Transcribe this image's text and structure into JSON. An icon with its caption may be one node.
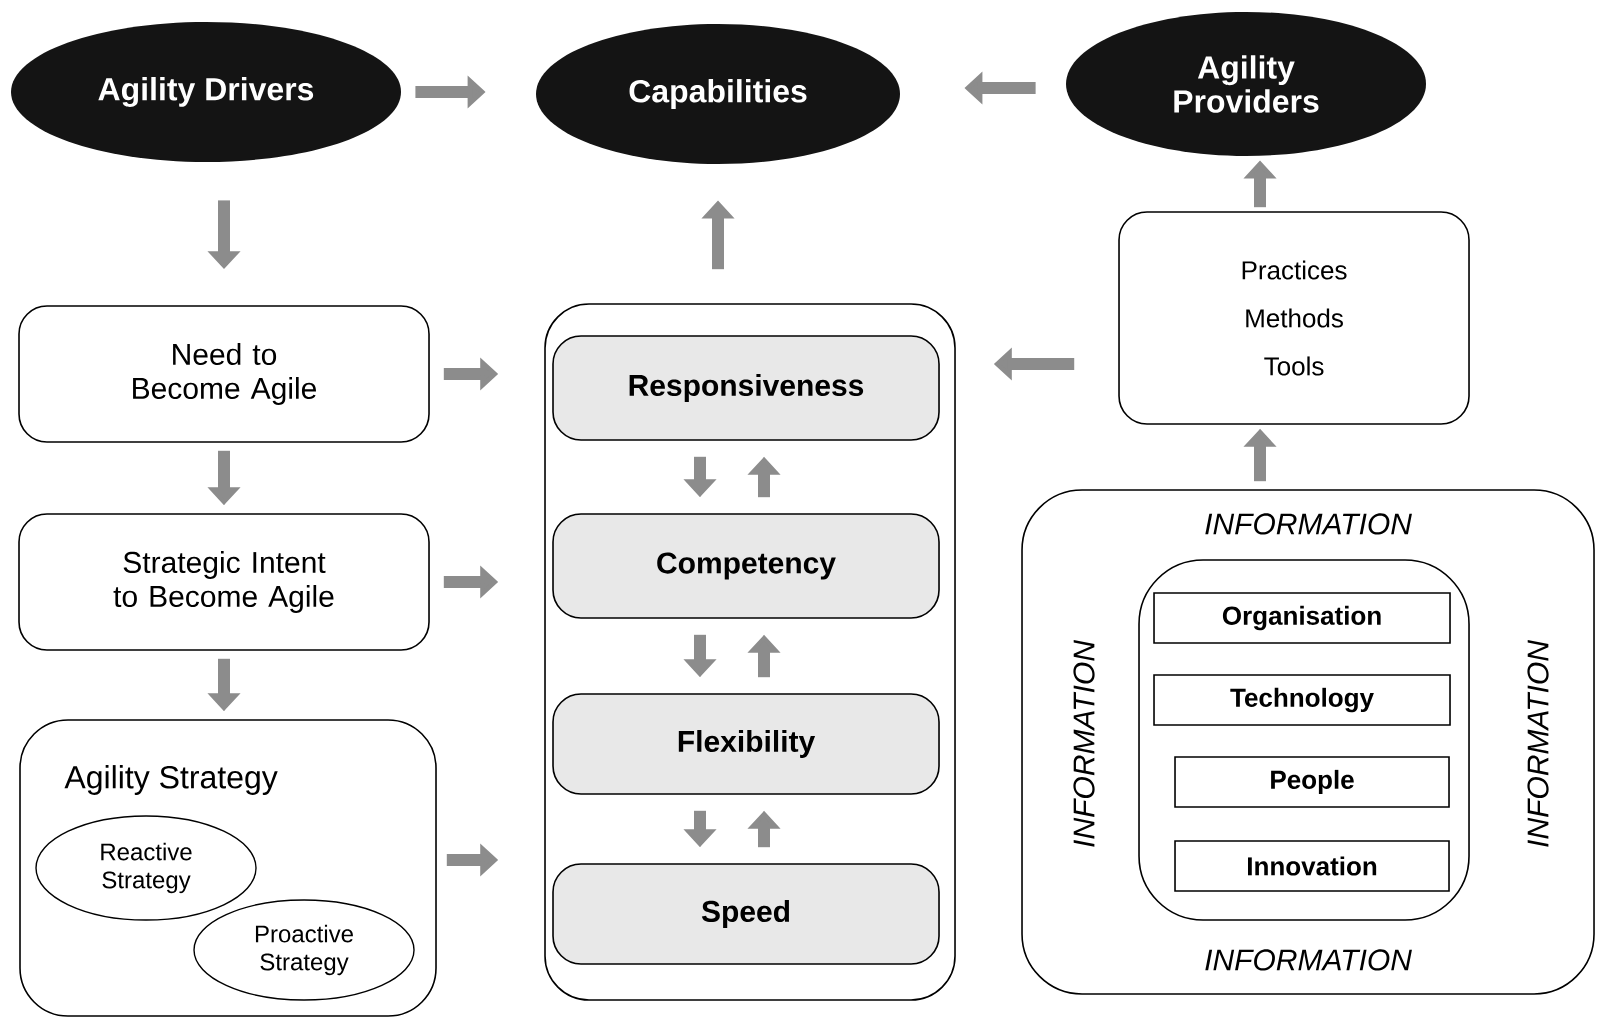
{
  "diagram": {
    "nodes": [
      {
        "text": [
          "Agility Drivers"
        ]
      },
      {
        "text": [
          "Capabilities"
        ]
      },
      {
        "text": [
          "Agility Providers"
        ]
      },
      {
        "text": [
          "Need to Become Agile"
        ]
      },
      {
        "text": [
          "Strategic Intent to Become Agile"
        ]
      },
      {
        "text": [
          "Agility Strategy"
        ]
      },
      {
        "text": [
          "Reactive Strategy"
        ],
        "in": 5
      },
      {
        "text": [
          "Proactive Strategy"
        ],
        "in": 5
      },
      {
        "text": [],
        "shape": "box"
      },
      {
        "text": [
          "Responsiveness"
        ],
        "in": 8
      },
      {
        "text": [
          "Competency"
        ],
        "in": 8
      },
      {
        "text": [
          "Flexibility"
        ],
        "in": 8
      },
      {
        "text": [
          "Speed"
        ],
        "in": 8
      },
      {
        "text": [
          "Practices",
          "Methods",
          "Tools"
        ]
      },
      {
        "text": [
          "INFORMATION",
          "INFORMATION",
          "INFORMATION",
          "INFORMATION"
        ]
      },
      {
        "text": [],
        "shape": "box",
        "in": 14
      },
      {
        "text": [
          "Organisation"
        ],
        "in": 15
      },
      {
        "text": [
          "Technology"
        ],
        "in": 15
      },
      {
        "text": [
          "People"
        ],
        "in": 15
      },
      {
        "text": [
          "Innovation"
        ],
        "in": 15
      }
    ],
    "edges": [
      {
        "from": 0,
        "to": 1,
        "arrow": "to"
      },
      {
        "from": 2,
        "to": 1,
        "arrow": "to"
      },
      {
        "from": 0,
        "to": 3,
        "arrow": "to"
      },
      {
        "from": 3,
        "to": 8,
        "arrow": "to"
      },
      {
        "from": 3,
        "to": 4,
        "arrow": "to"
      },
      {
        "from": 4,
        "to": 8,
        "arrow": "to"
      },
      {
        "from": 4,
        "to": 5,
        "arrow": "to"
      },
      {
        "from": 5,
        "to": 8,
        "arrow": "to"
      },
      {
        "from": 8,
        "to": 1,
        "arrow": "to"
      },
      {
        "from": 13,
        "to": 2,
        "arrow": "to"
      },
      {
        "from": 13,
        "to": 8,
        "arrow": "to"
      },
      {
        "from": 14,
        "to": 13,
        "arrow": "to"
      },
      {
        "from": 9,
        "to": 10,
        "arrow": "to"
      },
      {
        "from": 10,
        "to": 9,
        "arrow": "to"
      },
      {
        "from": 10,
        "to": 11,
        "arrow": "to"
      },
      {
        "from": 11,
        "to": 10,
        "arrow": "to"
      },
      {
        "from": 11,
        "to": 12,
        "arrow": "to"
      },
      {
        "from": 12,
        "to": 11,
        "arrow": "to"
      }
    ]
  }
}
